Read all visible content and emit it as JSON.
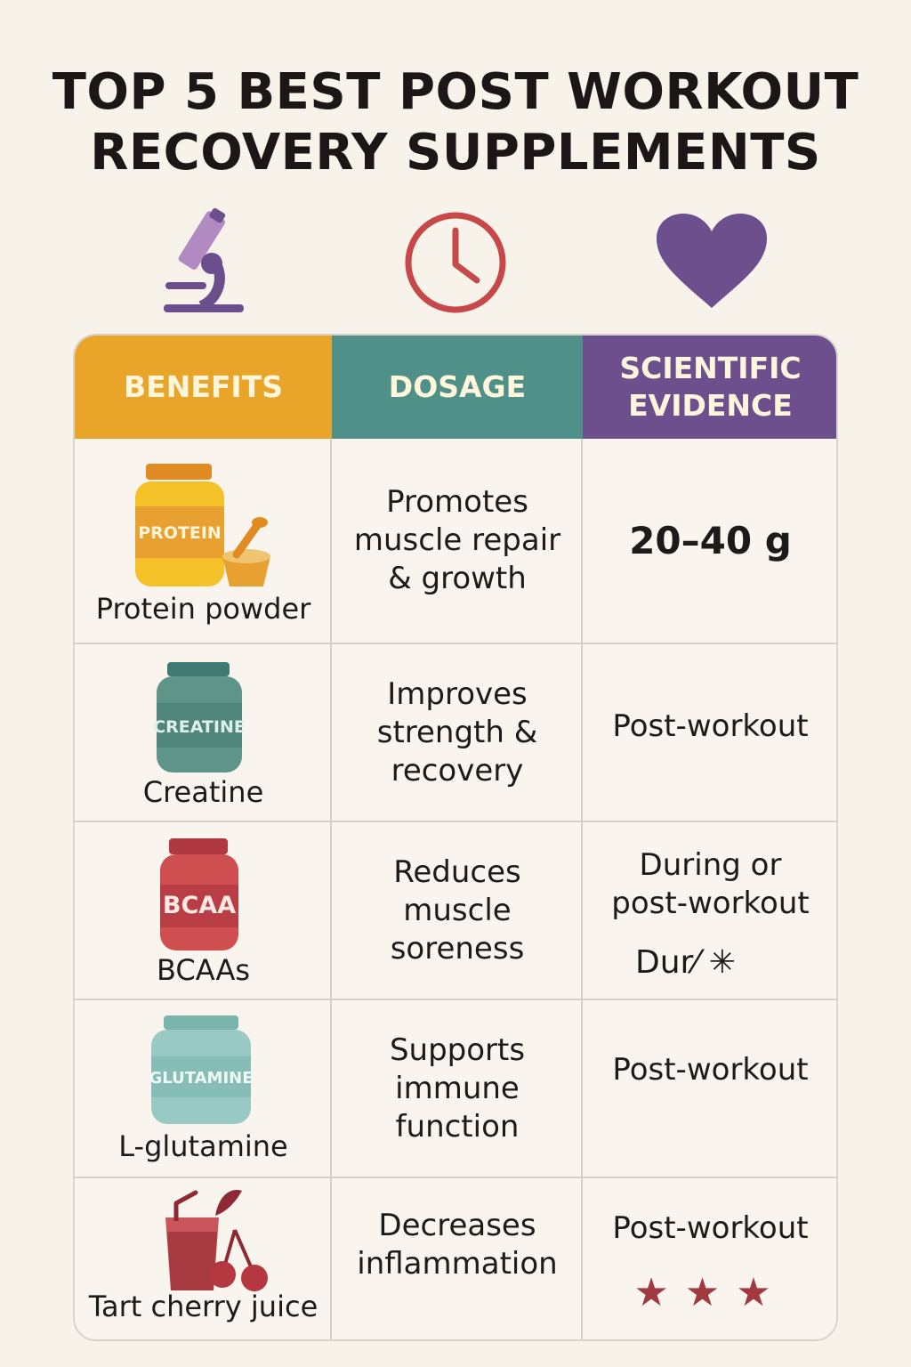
{
  "title": {
    "line1": "TOP 5 BEST POST WORKOUT",
    "line2": "RECOVERY SUPPLEMENTS"
  },
  "icons": [
    "microscope-icon",
    "clock-icon",
    "heart-icon"
  ],
  "colors": {
    "benefits": "#e8a52a",
    "dosage": "#4f9188",
    "evidence": "#6c4f8c",
    "background": "#f7f2ea"
  },
  "headers": {
    "benefits": "BENEFITS",
    "dosage": "DOSAGE",
    "evidence_line1": "SCIENTIFIC",
    "evidence_line2": "EVIDENCE"
  },
  "rows": [
    {
      "jar_label": "PROTEIN",
      "name": "Protein powder",
      "benefit": [
        "Promotes",
        "muscle repair",
        "& growth"
      ],
      "dose": [
        "20–40 g"
      ]
    },
    {
      "jar_label": "CREATINE",
      "name": "Creatine",
      "benefit": [
        "Improves",
        "strength &",
        "recovery"
      ],
      "dose": [
        "Post-workout"
      ]
    },
    {
      "jar_label": "BCAA",
      "name": "BCAAs",
      "benefit": [
        "Reduces",
        "muscle",
        "soreness"
      ],
      "dose": [
        "During or",
        "post-workout"
      ],
      "extra": "Dur⁄   ✳"
    },
    {
      "jar_label": "GLUTAMINE",
      "name": "L-glutamine",
      "benefit": [
        "Supports",
        "immune",
        "function"
      ],
      "dose": [
        "Post-workout"
      ]
    },
    {
      "jar_label": "",
      "name": "Tart cherry juice",
      "benefit": [
        "Decreases",
        "inflammation"
      ],
      "dose": [
        "Post-workout"
      ],
      "rating_stars": 3
    }
  ]
}
